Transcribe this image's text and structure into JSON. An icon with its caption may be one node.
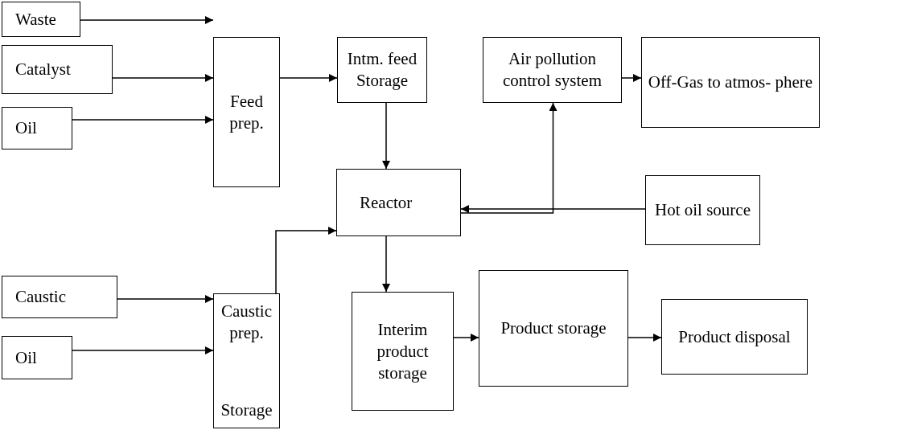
{
  "diagram": {
    "nodes": [
      {
        "text": [
          "Waste"
        ]
      },
      {
        "text": [
          "Catalyst"
        ]
      },
      {
        "text": [
          "Oil"
        ]
      },
      {
        "text": [
          "Feed prep."
        ]
      },
      {
        "text": [
          "Intm. feed Storage"
        ]
      },
      {
        "text": [
          "Air pollution control system"
        ]
      },
      {
        "text": [
          "Off-Gas to atmos- phere"
        ]
      },
      {
        "text": [
          "Reactor"
        ]
      },
      {
        "text": [
          "Hot oil source"
        ]
      },
      {
        "text": [
          "Caustic"
        ]
      },
      {
        "text": [
          "Oil"
        ]
      },
      {
        "text": [
          "Caustic prep.",
          "Storage"
        ]
      },
      {
        "text": [
          "Interim product storage"
        ]
      },
      {
        "text": [
          "Product storage"
        ]
      },
      {
        "text": [
          "Product disposal"
        ]
      }
    ],
    "edges": [
      {
        "from": 0,
        "to": 3,
        "arrow": "to"
      },
      {
        "from": 1,
        "to": 3,
        "arrow": "to"
      },
      {
        "from": 2,
        "to": 3,
        "arrow": "to"
      },
      {
        "from": 3,
        "to": 4,
        "arrow": "to"
      },
      {
        "from": 4,
        "to": 7,
        "arrow": "to"
      },
      {
        "from": 7,
        "to": 5,
        "arrow": "to"
      },
      {
        "from": 5,
        "to": 6,
        "arrow": "to"
      },
      {
        "from": 8,
        "to": 7,
        "arrow": "to"
      },
      {
        "from": 11,
        "to": 7,
        "arrow": "to"
      },
      {
        "from": 9,
        "to": 11,
        "arrow": "to"
      },
      {
        "from": 10,
        "to": 11,
        "arrow": "to"
      },
      {
        "from": 7,
        "to": 12,
        "arrow": "to"
      },
      {
        "from": 12,
        "to": 13,
        "arrow": "to"
      },
      {
        "from": 13,
        "to": 14,
        "arrow": "to"
      }
    ]
  }
}
